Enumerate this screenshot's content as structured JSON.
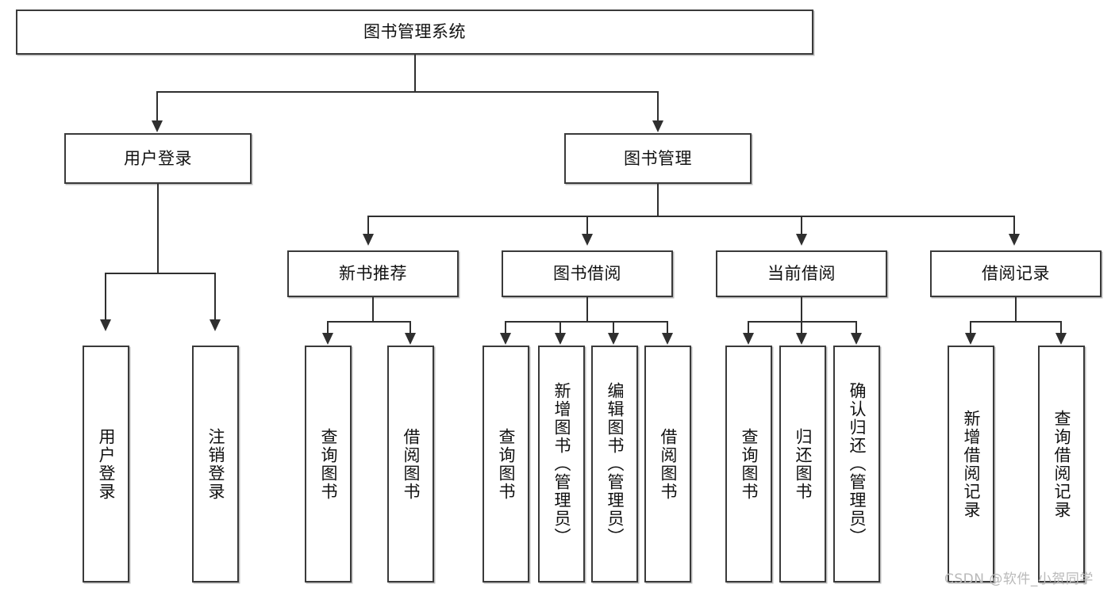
{
  "diagram": {
    "type": "tree-hierarchy",
    "root": {
      "label": "图书管理系统"
    },
    "level2": [
      {
        "label": "用户登录"
      },
      {
        "label": "图书管理"
      }
    ],
    "level3": [
      {
        "label": "新书推荐"
      },
      {
        "label": "图书借阅"
      },
      {
        "label": "当前借阅"
      },
      {
        "label": "借阅记录"
      }
    ],
    "leaves": {
      "user_login": [
        {
          "label": "用户登录"
        },
        {
          "label": "注销登录"
        }
      ],
      "new_book_recommend": [
        {
          "label": "查询图书"
        },
        {
          "label": "借阅图书"
        }
      ],
      "book_borrow": [
        {
          "label": "查询图书"
        },
        {
          "label": "新增图书（管理员）"
        },
        {
          "label": "编辑图书（管理员）"
        },
        {
          "label": "借阅图书"
        }
      ],
      "current_borrow": [
        {
          "label": "查询图书"
        },
        {
          "label": "归还图书"
        },
        {
          "label": "确认归还（管理员）"
        }
      ],
      "borrow_record": [
        {
          "label": "新增借阅记录"
        },
        {
          "label": "查询借阅记录"
        }
      ]
    }
  },
  "watermark": {
    "text": "CSDN @软件_小贺同学"
  },
  "colors": {
    "box_border": "#3a3a3a",
    "line": "#2f2f2f",
    "background": "#ffffff",
    "text": "#111111",
    "watermark": "#b9b9b9"
  }
}
